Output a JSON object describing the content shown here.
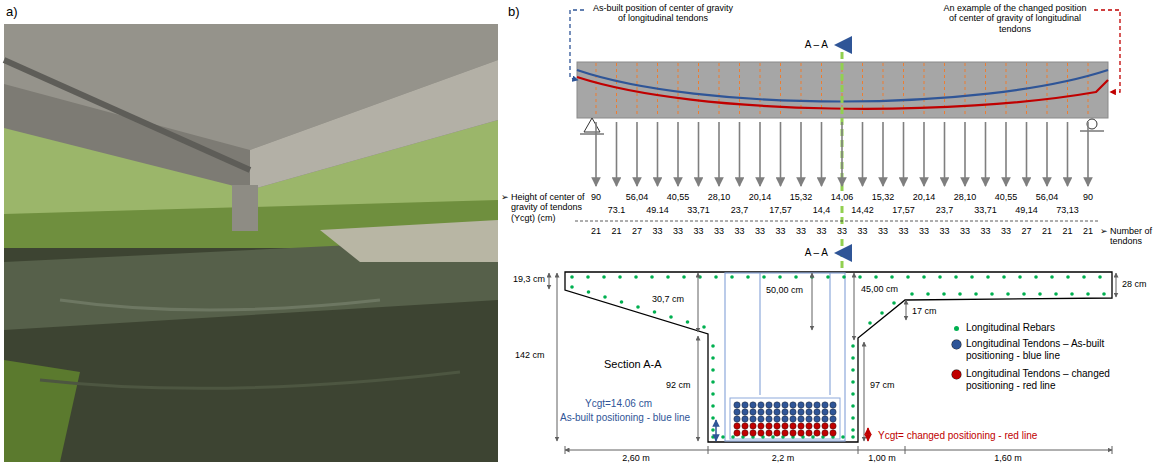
{
  "diagram": {
    "labels": [
      "a)",
      "b)",
      "As-built position of center of gravity of longitudinal tendons",
      "An example of the changed position of center of gravity of longitudinal tendons",
      "A – A",
      "➢",
      "Height of center of gravity of tendons (Ycgt) (cm)",
      "90",
      "56,04",
      "40,55",
      "28,10",
      "20,14",
      "15,32",
      "14,06",
      "15,32",
      "20,14",
      "28,10",
      "40,55",
      "56,04",
      "90",
      "73.1",
      "49.14",
      "33,71",
      "23,7",
      "17,57",
      "14,4",
      "14,42",
      "17,57",
      "23,7",
      "33,71",
      "49,14",
      "73,13",
      "21",
      "21",
      "27",
      "33",
      "33",
      "33",
      "33",
      "33",
      "33",
      "33",
      "33",
      "33",
      "33",
      "33",
      "33",
      "33",
      "33",
      "33",
      "33",
      "33",
      "33",
      "27",
      "21",
      "21",
      "21",
      "➢",
      "Number of tendons",
      "A – A",
      "19,3 cm",
      "142 cm",
      "30,7 cm",
      "92 cm",
      "Section A-A",
      "50,00 cm",
      "45,00 cm",
      "97 cm",
      "17 cm",
      "28 cm",
      "Ycgt=14.06 cm",
      "As-built positioning - blue line",
      "Ycgt= changed positioning - red line",
      "2,60 m",
      "2,2 m",
      "1,00 m",
      "1,60 m"
    ],
    "legend": [
      {
        "text": "Longitudinal Rebars",
        "color": "#00b050"
      },
      {
        "text": "Longitudinal Tendons – As-built positioning - blue line",
        "color": "#2f5597"
      },
      {
        "text": "Longitudinal Tendons – changed positioning - red line",
        "color": "#c00000"
      }
    ]
  }
}
